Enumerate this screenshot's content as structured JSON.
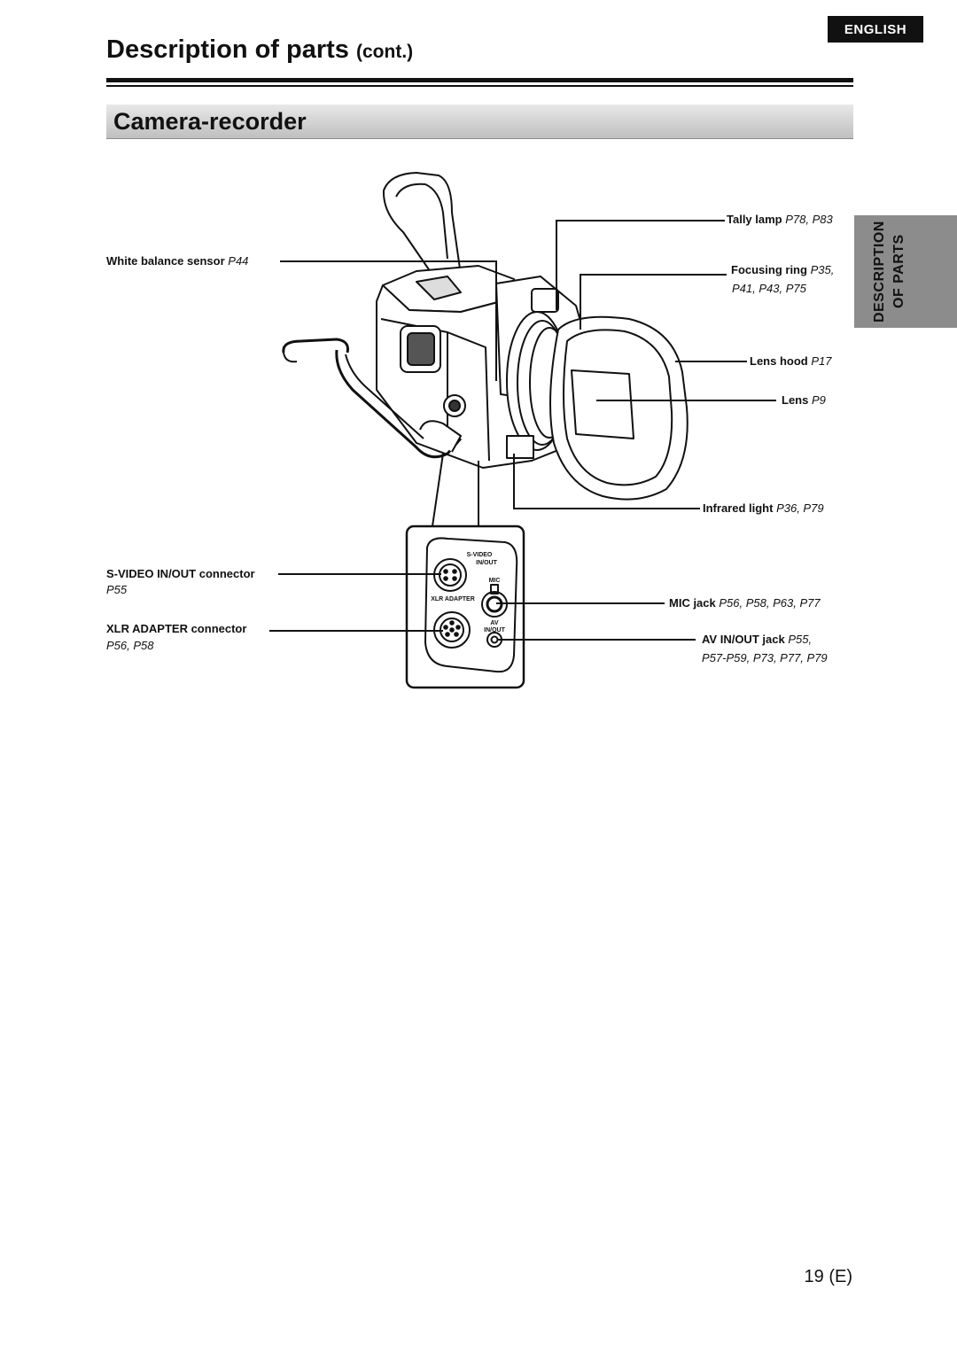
{
  "header": {
    "language_tab": "ENGLISH",
    "title_main": "Description of parts",
    "title_suffix": "cont."
  },
  "section": {
    "title": "Camera-recorder"
  },
  "side_tab": {
    "line1": "DESCRIPTION",
    "line2": "OF PARTS"
  },
  "callouts": {
    "tally_lamp": {
      "name": "Tally lamp",
      "ref": "P78, P83"
    },
    "white_balance_sensor": {
      "name": "White balance sensor",
      "ref": "P44"
    },
    "focusing_ring": {
      "name": "Focusing ring",
      "ref1": "P35,",
      "ref2": "P41, P43, P75"
    },
    "lens_hood": {
      "name": "Lens hood",
      "ref": "P17"
    },
    "lens": {
      "name": "Lens",
      "ref": "P9"
    },
    "infrared_light": {
      "name": "Infrared light",
      "ref": "P36, P79"
    },
    "svideo_connector": {
      "name": "S-VIDEO IN/OUT connector",
      "ref": "P55"
    },
    "mic_jack": {
      "name": "MIC jack",
      "ref": "P56, P58, P63, P77"
    },
    "xlr_connector": {
      "name": "XLR ADAPTER connector",
      "ref": "P56, P58"
    },
    "av_jack": {
      "name": "AV IN/OUT jack",
      "ref1": "P55,",
      "ref2": "P57-P59, P73, P77, P79"
    }
  },
  "panel_labels": {
    "svideo_line1": "S-VIDEO",
    "svideo_line2": "IN/OUT",
    "mic": "MIC",
    "xlr": "XLR ADAPTER",
    "av_line1": "AV",
    "av_line2": "IN/OUT"
  },
  "footer": {
    "page_number": "19 (E)"
  }
}
